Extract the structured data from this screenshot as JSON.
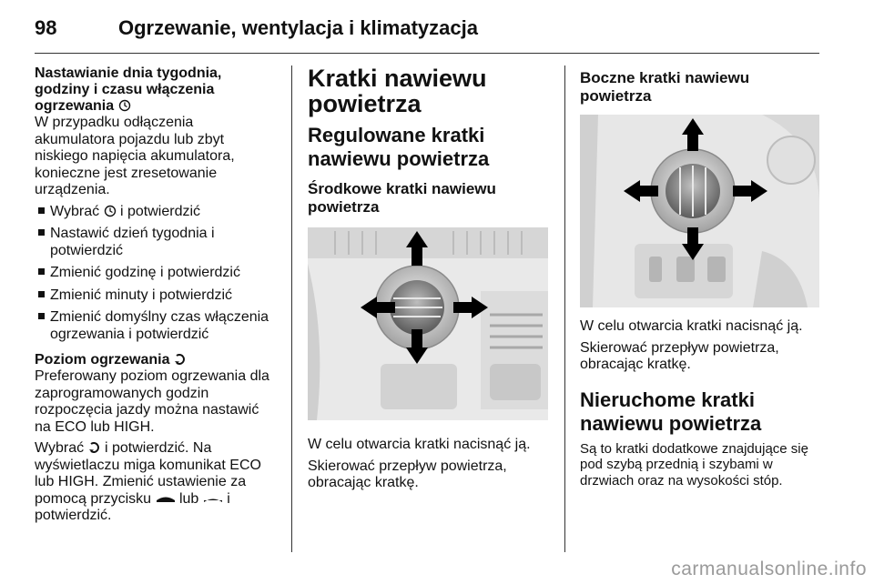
{
  "header": {
    "page_number": "98",
    "title": "Ogrzewanie, wentylacja i klimatyzacja"
  },
  "col1": {
    "heading1": "Nastawianie dnia tygodnia, godziny i czasu włączenia ogrzewania",
    "heading1_icon": "clock-icon",
    "para1": "W przypadku odłączenia akumulatora pojazdu lub zbyt niskiego napięcia akumulatora, konieczne jest zresetowanie urządzenia.",
    "bullets": [
      {
        "before": "Wybrać",
        "icon": "clock-icon",
        "after": "i potwierdzić"
      },
      {
        "before": "Nastawić dzień tygodnia i potwierdzić",
        "icon": "",
        "after": ""
      },
      {
        "before": "Zmienić godzinę i potwierdzić",
        "icon": "",
        "after": ""
      },
      {
        "before": "Zmienić minuty i potwierdzić",
        "icon": "",
        "after": ""
      },
      {
        "before": "Zmienić domyślny czas włączenia ogrzewania i potwierdzić",
        "icon": "",
        "after": ""
      }
    ],
    "heading2": "Poziom ogrzewania",
    "heading2_icon": "curved-arrow-icon",
    "para2": "Preferowany poziom ogrzewania dla zaprogramowanych godzin rozpoczęcia jazdy można nastawić na ECO lub HIGH.",
    "para3_a": "Wybrać",
    "para3_b": "i potwierdzić. Na wyświetlaczu miga komunikat ECO lub HIGH. Zmienić ustawienie za pomocą przycisku",
    "para3_c": "lub",
    "para3_d": "i potwierdzić."
  },
  "col2": {
    "title": "Kratki nawiewu powietrza",
    "subtitle": "Regulowane kratki nawiewu powietrza",
    "section": "Środkowe kratki nawiewu powietrza",
    "image_icon": "center-air-vent-illustration",
    "para1": "W celu otwarcia kratki nacisnąć ją.",
    "para2": "Skierować przepływ powietrza, obracając kratkę."
  },
  "col3": {
    "section": "Boczne kratki nawiewu powietrza",
    "image_icon": "side-air-vent-illustration",
    "para1": "W celu otwarcia kratki nacisnąć ją.",
    "para2": "Skierować przepływ powietrza, obracając kratkę.",
    "subtitle": "Nieruchome kratki nawiewu powietrza",
    "para3": "Są to kratki dodatkowe znajdujące się pod szybą przednią i szybami w drzwiach oraz na wysokości stóp."
  },
  "watermark": "carmanualsonline.info"
}
